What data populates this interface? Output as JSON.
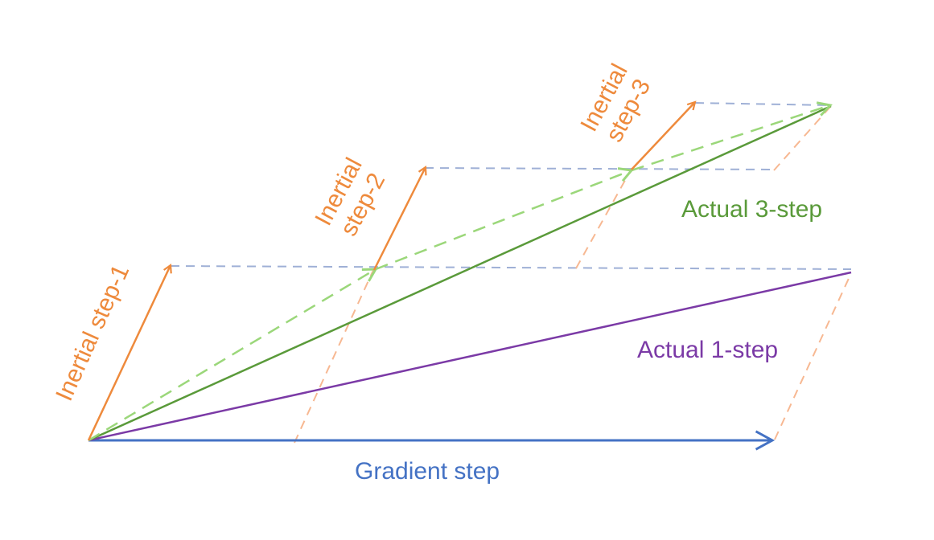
{
  "labels": {
    "inertial_step_1": "Inertial step-1",
    "inertial_step_2_line1": "Inertial",
    "inertial_step_2_line2": "step-2",
    "inertial_step_3_line1": "Inertial",
    "inertial_step_3_line2": "step-3",
    "actual_3_step": "Actual 3-step",
    "actual_1_step": "Actual 1-step",
    "gradient_step": "Gradient step"
  },
  "colors": {
    "inertial": "#ee8a3c",
    "inertial_light": "#f7b892",
    "guide": "#9fb0d6",
    "actual_3_step": "#5a9a3a",
    "momentum_path": "#9bd77a",
    "actual_1_step": "#7b3aa6",
    "gradient": "#4472c4"
  }
}
